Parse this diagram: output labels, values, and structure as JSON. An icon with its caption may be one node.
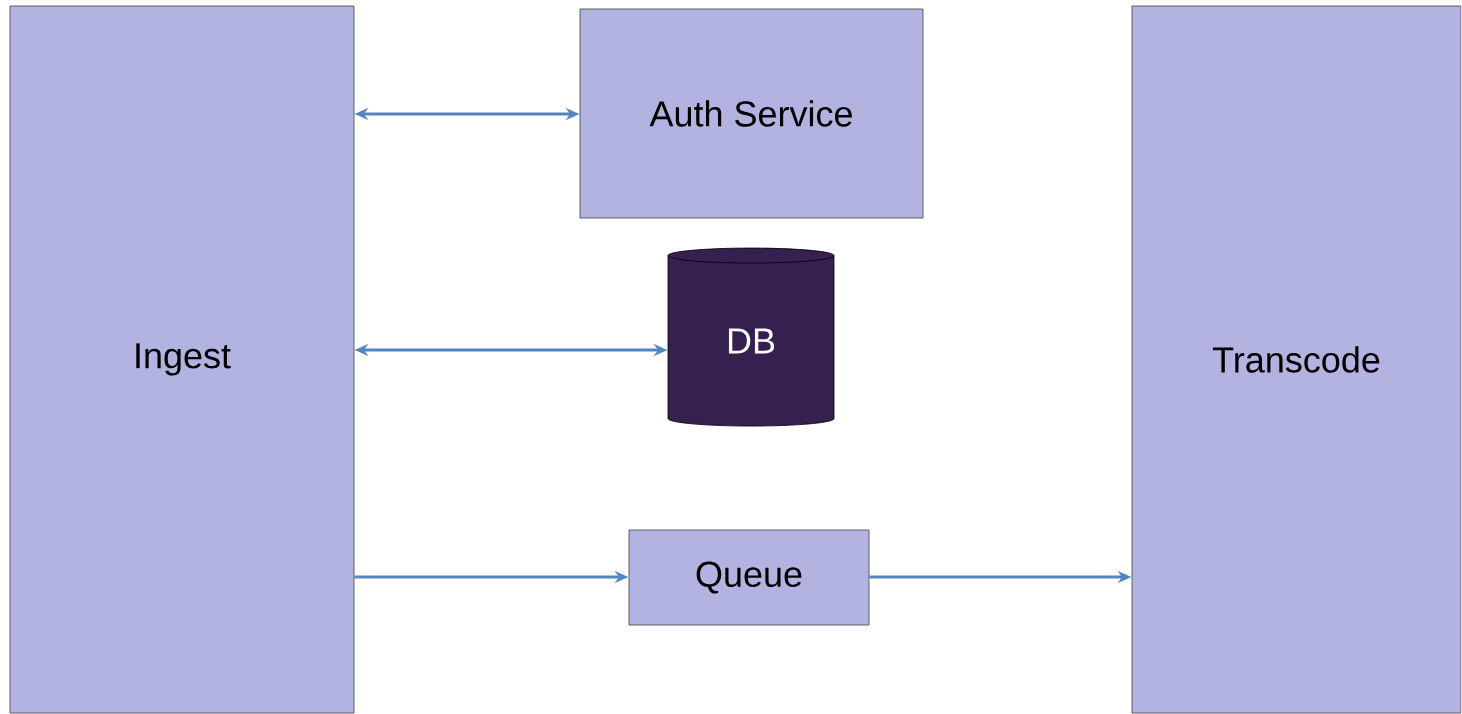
{
  "diagram": {
    "nodes": [
      {
        "text": [
          "Ingest"
        ]
      },
      {
        "text": [
          "Auth Service"
        ]
      },
      {
        "text": [
          "DB"
        ]
      },
      {
        "text": [
          "Queue"
        ]
      },
      {
        "text": [
          "Transcode"
        ]
      }
    ],
    "edges": [
      {
        "from": 0,
        "to": 1,
        "arrow": "both"
      },
      {
        "from": 0,
        "to": 2,
        "arrow": "both"
      },
      {
        "from": 0,
        "to": 3,
        "arrow": "to"
      },
      {
        "from": 3,
        "to": 4,
        "arrow": "to"
      }
    ]
  }
}
